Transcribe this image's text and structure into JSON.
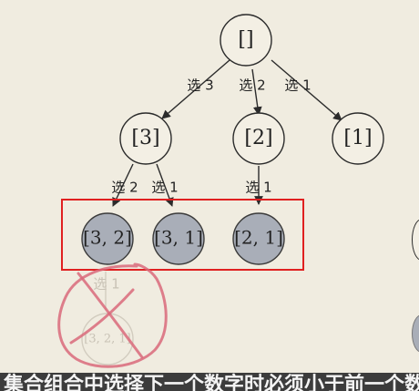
{
  "nodes": {
    "root": "[]",
    "n3": "[3]",
    "n2": "[2]",
    "n1": "[1]",
    "n32": "[3, 2]",
    "n31": "[3, 1]",
    "n21": "[2, 1]",
    "n321": "[3, 2, 1]"
  },
  "edges": {
    "root_3": "选 3",
    "root_2": "选 2",
    "root_1": "选 1",
    "n3_2": "选 2",
    "n3_1": "选 1",
    "n2_1": "选 1",
    "n32_1": "选 1"
  },
  "subtitle": "集合组合中选择下一个数字时必须小于前一个数",
  "colors": {
    "background": "#f0ece0",
    "leaf_fill": "#a9aeb8",
    "highlight_box": "#e02020",
    "scribble": "#d96a7a"
  }
}
